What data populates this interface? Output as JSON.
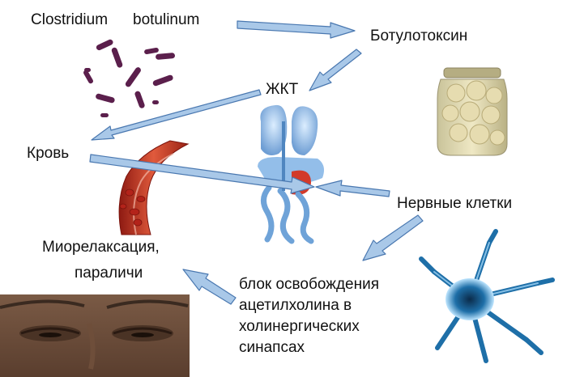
{
  "labels": {
    "clostridium": "Clostridium",
    "botulinum": "botulinum",
    "botulotoxin": "Ботулотоксин",
    "gkt": "ЖКТ",
    "blood": "Кровь",
    "nerve_cells": "Нервные клетки",
    "myorelax_line1": "Миорелаксация,",
    "myorelax_line2": "параличи",
    "block_line1": "блок освобождения",
    "block_line2": "ацетилхолина в",
    "block_line3": "холинергических",
    "block_line4": "синапсах"
  },
  "colors": {
    "arrow_fill": "#a9c8e8",
    "arrow_stroke": "#4a78b0",
    "bacteria": "#5b1f4c",
    "vessel": "#c0392b",
    "organs": "#6fa3d8",
    "neuron": "#1e6fa8"
  },
  "icons": {
    "bacteria": "rod-bacteria-illustration",
    "jar": "canned-mushrooms-jar",
    "organs": "digestive-organs-illustration",
    "vessel": "blood-vessel-illustration",
    "neuron": "neuron-cell-illustration",
    "eyes": "patient-eyes-ptosis-photo"
  }
}
